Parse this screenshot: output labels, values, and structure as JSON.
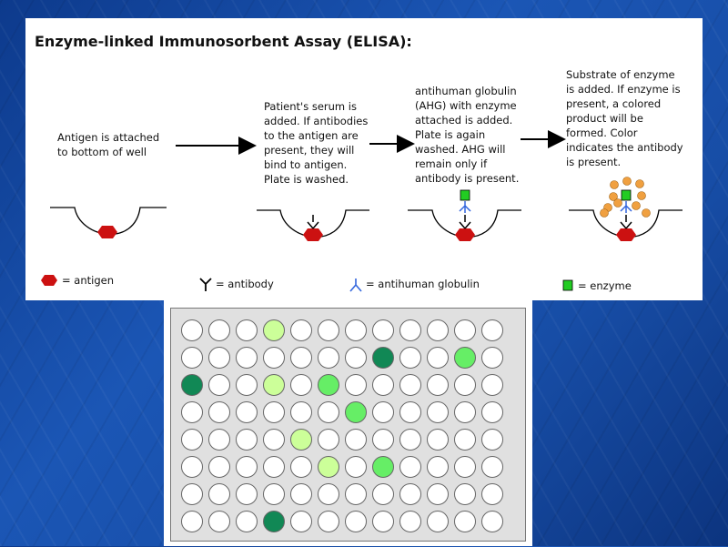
{
  "diagram": {
    "title": "Enzyme-linked Immunosorbent Assay (ELISA):",
    "steps": [
      {
        "lines": [
          "Antigen is attached",
          "to bottom of well"
        ]
      },
      {
        "lines": [
          "Patient's serum is",
          "added. If antibodies",
          "to the antigen are",
          "present, they will",
          "bind to antigen.",
          "Plate is washed."
        ]
      },
      {
        "lines": [
          "antihuman globulin",
          "(AHG) with enzyme",
          "attached is added.",
          "Plate is again",
          "washed. AHG will",
          "remain only if",
          "antibody is present."
        ]
      },
      {
        "lines": [
          "Substrate of enzyme",
          "is added. If enzyme is",
          "present, a colored",
          "product will be",
          "formed. Color",
          "indicates the antibody",
          "is present."
        ]
      }
    ],
    "legend": [
      {
        "icon": "antigen-hexagon-icon",
        "label": "= antigen"
      },
      {
        "icon": "antibody-y-icon",
        "label": "= antibody"
      },
      {
        "icon": "antihuman-globulin-icon",
        "label": "= antihuman globulin"
      },
      {
        "icon": "enzyme-square-icon",
        "label": "= enzyme"
      }
    ],
    "colors": {
      "antigen": "#cc1111",
      "ahg": "#3366dd",
      "enzyme": "#22cc22",
      "product": "#f0a040"
    }
  },
  "plate": {
    "rows": 8,
    "cols": 12,
    "colors": {
      "empty": "#ffffff",
      "light": "#ccff99",
      "medium": "#66ee66",
      "dark": "#118855"
    },
    "positive_wells": [
      {
        "row": 0,
        "col": 3,
        "level": "light"
      },
      {
        "row": 1,
        "col": 7,
        "level": "dark"
      },
      {
        "row": 1,
        "col": 10,
        "level": "medium"
      },
      {
        "row": 2,
        "col": 0,
        "level": "dark"
      },
      {
        "row": 2,
        "col": 3,
        "level": "light"
      },
      {
        "row": 2,
        "col": 5,
        "level": "medium"
      },
      {
        "row": 3,
        "col": 6,
        "level": "medium"
      },
      {
        "row": 4,
        "col": 4,
        "level": "light"
      },
      {
        "row": 5,
        "col": 5,
        "level": "light"
      },
      {
        "row": 5,
        "col": 7,
        "level": "medium"
      },
      {
        "row": 7,
        "col": 3,
        "level": "dark"
      }
    ]
  }
}
